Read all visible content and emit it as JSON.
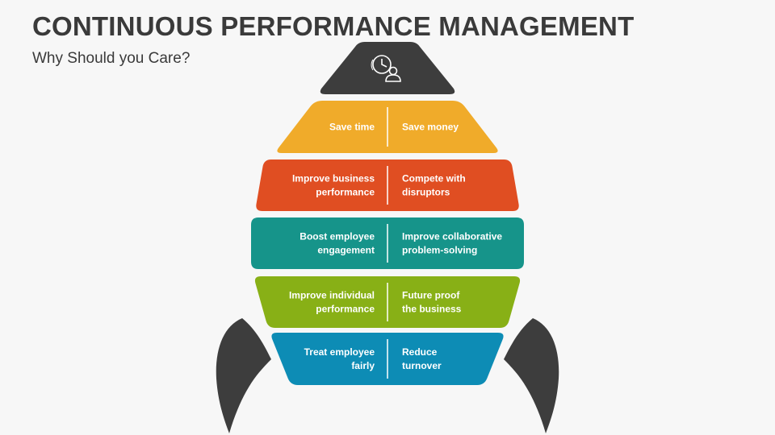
{
  "title": "CONTINUOUS PERFORMANCE MANAGEMENT",
  "subtitle": "Why Should you Care?",
  "icon": "clock-person-icon",
  "colors": {
    "nose": "#3d3d3d",
    "fins": "#3d3d3d",
    "band1": "#f0ab2a",
    "band2": "#e04e22",
    "band3": "#16948a",
    "band4": "#88b016",
    "band5": "#0d8cb5",
    "text": "#ffffff",
    "title": "#3a3a3a"
  },
  "bands": [
    {
      "left": [
        "Save time"
      ],
      "right": [
        "Save money"
      ]
    },
    {
      "left": [
        "Improve business",
        "performance"
      ],
      "right": [
        "Compete with",
        "disruptors"
      ]
    },
    {
      "left": [
        "Boost employee",
        "engagement"
      ],
      "right": [
        "Improve collaborative",
        "problem-solving"
      ]
    },
    {
      "left": [
        "Improve individual",
        "performance"
      ],
      "right": [
        "Future proof",
        "the business"
      ]
    },
    {
      "left": [
        "Treat employee",
        "fairly"
      ],
      "right": [
        "Reduce",
        "turnover"
      ]
    }
  ]
}
